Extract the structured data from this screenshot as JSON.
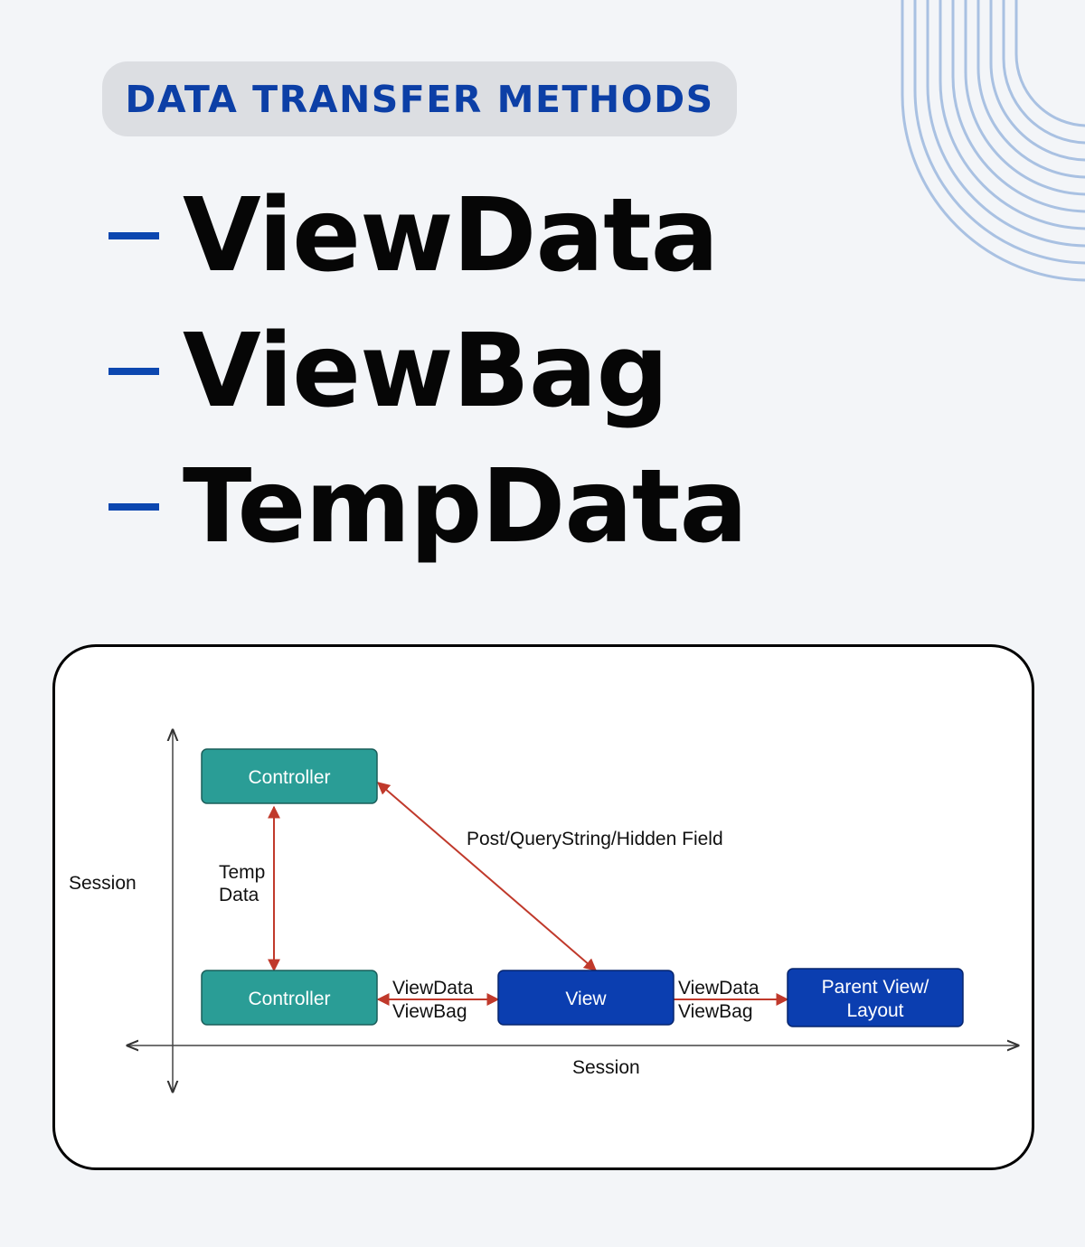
{
  "header": {
    "badge": "DATA TRANSFER METHODS"
  },
  "methods": [
    {
      "label": "ViewData"
    },
    {
      "label": "ViewBag"
    },
    {
      "label": "TempData"
    }
  ],
  "colors": {
    "accent": "#0c47b0",
    "badge_text": "#0c3fa6",
    "controller_box": "#2a9d96",
    "view_box": "#0b3eb0",
    "arrow": "#c0392b"
  },
  "diagram": {
    "nodes": {
      "controller_top": "Controller",
      "controller_bottom": "Controller",
      "view": "View",
      "parent_view": [
        "Parent View/",
        "Layout"
      ]
    },
    "edges": {
      "post_label": "Post/QueryString/Hidden Field",
      "temp_data": [
        "Temp",
        "Data"
      ],
      "controller_view": [
        "ViewData",
        "ViewBag"
      ],
      "view_parent": [
        "ViewData",
        "ViewBag"
      ]
    },
    "axes": {
      "vertical": "Session",
      "horizontal": "Session"
    }
  }
}
